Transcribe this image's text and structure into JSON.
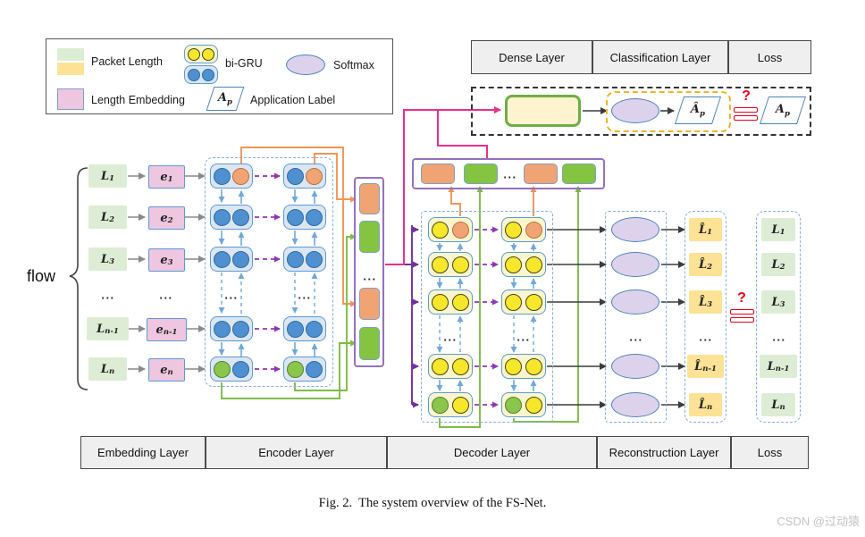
{
  "colors": {
    "packet_green": "#ddedd5",
    "embed_pink": "#eec6df",
    "recon_yellow": "#fde295",
    "cell_blue_fill": "#dce6f2",
    "cell_yellow_fill": "#fbf5cd",
    "circle_blue": "#4f90d1",
    "circle_yellow": "#f6e72a",
    "circle_orange": "#f0a473",
    "circle_green": "#8ac64b",
    "concat_orange": "#f0a473",
    "concat_green": "#84c441",
    "softmax_fill": "#ddd2ec",
    "blue_border": "#5b9bd5",
    "purple_frame": "#9670c0",
    "pink_line": "#e8308a",
    "purple_line": "#7030a0",
    "purple_dash": "#9136b4",
    "orange_line": "#ef9556",
    "green_line": "#7fbb47",
    "blue_arrow": "#6fa8dc",
    "gray_line": "#8a8a8a",
    "black_line": "#3b3b3b",
    "red": "#e8001c",
    "dense_fill": "#fdf3cf",
    "dense_border": "#6fad46",
    "orange_dash_border": "#f0b429",
    "container_dash": "#85aede",
    "header_fill": "#efefef",
    "header_border": "#4a4a4a"
  },
  "legend": {
    "packet_length": "Packet Length",
    "length_embedding": "Length Embedding",
    "bigru": "bi-GRU",
    "softmax": "Softmax",
    "application_label": "Application Label",
    "ap": {
      "b": "A",
      "s": "p"
    }
  },
  "top_headers": [
    "Dense Layer",
    "Classification Layer",
    "Loss"
  ],
  "cls": {
    "ahat": {
      "b": "Â",
      "s": "p"
    },
    "q": "?",
    "ap": {
      "b": "A",
      "s": "p"
    }
  },
  "flow_label": "flow",
  "dots": "...",
  "seq": {
    "l": [
      {
        "b": "L",
        "s": "1"
      },
      {
        "b": "L",
        "s": "2"
      },
      {
        "b": "L",
        "s": "3"
      },
      {
        "b": "L",
        "s": "n-1"
      },
      {
        "b": "L",
        "s": "n"
      }
    ],
    "e": [
      {
        "b": "e",
        "s": "1"
      },
      {
        "b": "e",
        "s": "2"
      },
      {
        "b": "e",
        "s": "3"
      },
      {
        "b": "e",
        "s": "n-1"
      },
      {
        "b": "e",
        "s": "n"
      }
    ],
    "lhat": [
      {
        "b": "L̂",
        "s": "1"
      },
      {
        "b": "L̂",
        "s": "2"
      },
      {
        "b": "L̂",
        "s": "3"
      },
      {
        "b": "L̂",
        "s": "n-1"
      },
      {
        "b": "L̂",
        "s": "n"
      }
    ],
    "lout": [
      {
        "b": "L",
        "s": "1"
      },
      {
        "b": "L",
        "s": "2"
      },
      {
        "b": "L",
        "s": "3"
      },
      {
        "b": "L",
        "s": "n-1"
      },
      {
        "b": "L",
        "s": "n"
      }
    ]
  },
  "recon": {
    "q": "?"
  },
  "bottom_headers": [
    "Embedding Layer",
    "Encoder Layer",
    "Decoder Layer",
    "Reconstruction Layer",
    "Loss"
  ],
  "caption": "Fig. 2.  The system overview of the FS-Net.",
  "watermark": "CSDN @过动猿"
}
